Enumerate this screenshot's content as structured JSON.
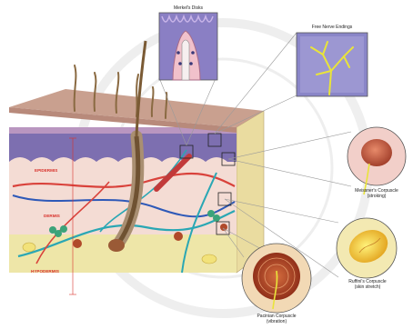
{
  "labels": {
    "merkel": "Merkel's Disks",
    "free_nerve": "Free Nerve Endings",
    "meissner_name": "Meissner's Corpuscle",
    "meissner_sub": "(stroking)",
    "ruffini_name": "Ruffini's Corpuscle",
    "ruffini_sub": "(skin stretch)",
    "pacinian_name": "Pacinian Corpuscle",
    "pacinian_sub": "(vibration)"
  },
  "layers": {
    "epidermis": "EPIDERMIS",
    "dermis": "DERMIS",
    "hypodermis": "HYPODERMIS"
  },
  "colors": {
    "skin_surface": "#c9a08f",
    "epidermis": "#7d6fb0",
    "dermis": "#f4dcd4",
    "hypodermis": "#eee6a8",
    "nerve": "#2aa7b4",
    "artery": "#d9423b",
    "layer_label": "#d8322c"
  }
}
